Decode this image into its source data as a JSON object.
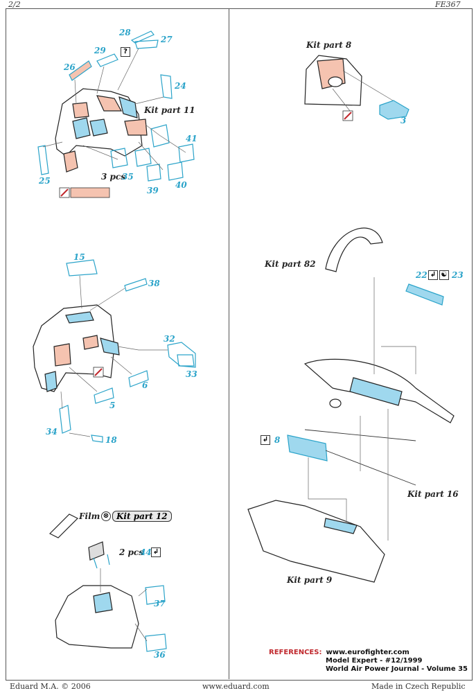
{
  "header": {
    "page": "2/2",
    "code": "FE367"
  },
  "footer": {
    "left": "Eduard M.A. © 2006",
    "center": "www.eduard.com",
    "right": "Made in Czech Republic"
  },
  "labels": {
    "kit_part_11": "Kit part 11",
    "kit_part_8": "Kit part 8",
    "kit_part_82": "Kit part 82",
    "kit_part_16": "Kit part 16",
    "kit_part_9": "Kit part 9",
    "kit_part_12": "Kit part 12",
    "film": "Film",
    "three_pcs": "3 pcs",
    "two_pcs": "2 pcs"
  },
  "parts": {
    "p28": "28",
    "p27": "27",
    "p29": "29",
    "p26": "26",
    "p24": "24",
    "p41": "41",
    "p25": "25",
    "p35": "35",
    "p39": "39",
    "p40": "40",
    "p3": "3",
    "p15": "15",
    "p38": "38",
    "p32": "32",
    "p33": "33",
    "p6": "6",
    "p5": "5",
    "p34": "34",
    "p18": "18",
    "p22": "22",
    "p23": "23",
    "p8": "8",
    "p44": "44",
    "p37": "37",
    "p36": "36"
  },
  "question_mark": "?",
  "references": {
    "heading": "REFERENCES:",
    "items": [
      "www.eurofighter.com",
      "Model Expert - #12/1999",
      "World Air Power Journal - Volume 35"
    ]
  },
  "colors": {
    "part_blue": "#2aa3c9",
    "fill_blue": "#9fd8ee",
    "fill_salmon": "#f5c3b0",
    "ref_red": "#c0282d"
  }
}
